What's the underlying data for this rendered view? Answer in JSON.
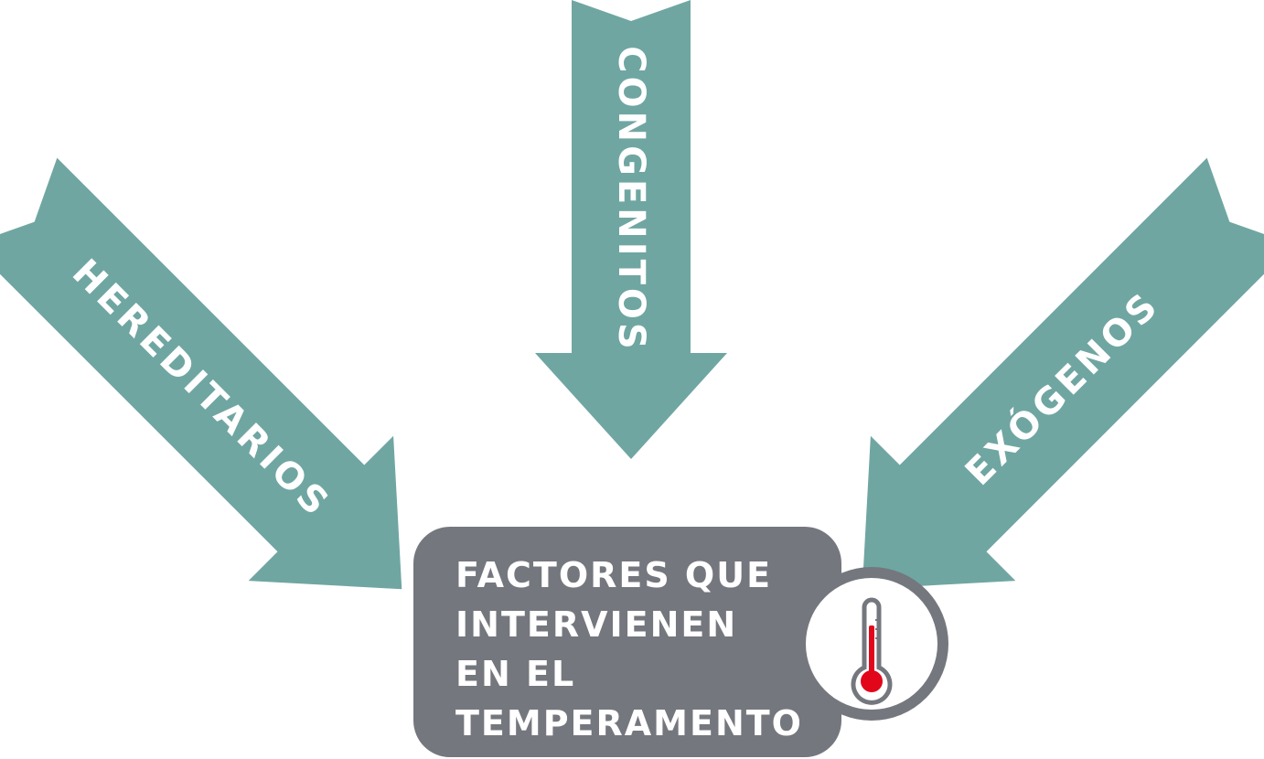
{
  "diagram": {
    "arrows": [
      {
        "id": "hereditarios",
        "label": "HEREDITARIOS"
      },
      {
        "id": "congenitos",
        "label": "CONGENITOS"
      },
      {
        "id": "exogenos",
        "label": "EXÓGENOS"
      }
    ],
    "center": {
      "lines": [
        "FACTORES QUE",
        "INTERVIENEN",
        "EN EL",
        "TEMPERAMENTO"
      ]
    },
    "colors": {
      "arrow": "#6fa6a2",
      "box": "#75777e",
      "text": "#ffffff",
      "thermometer_fluid": "#e2061b"
    },
    "icons": {
      "badge": "thermometer-icon"
    }
  }
}
